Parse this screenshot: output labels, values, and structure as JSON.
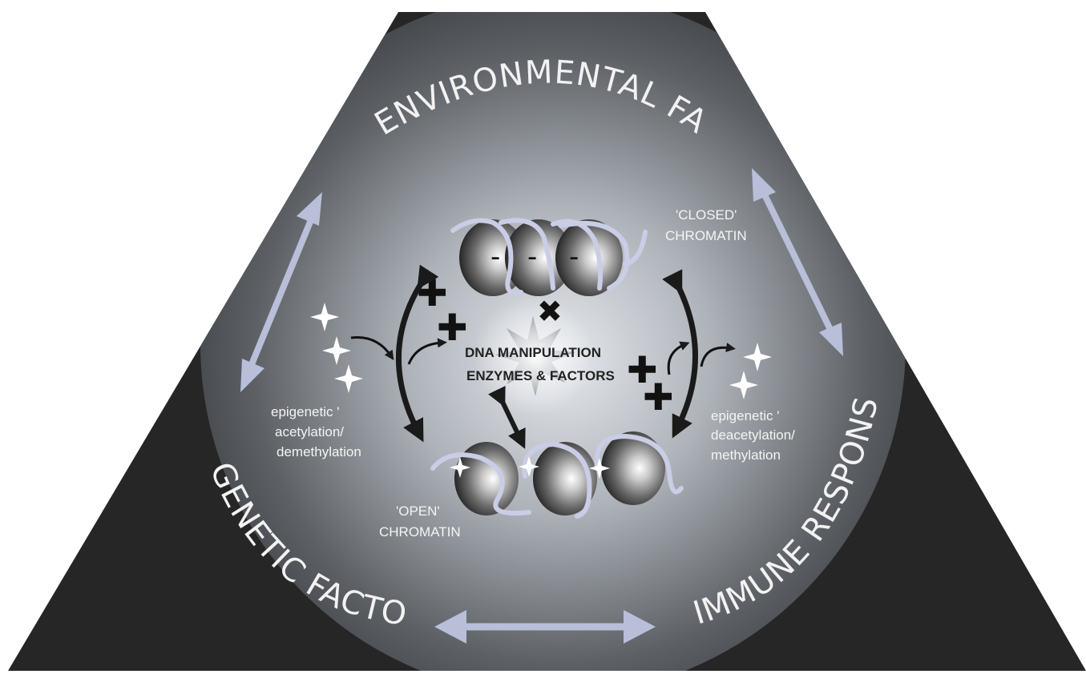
{
  "labels": {
    "environmental_factors": "ENVIRONMENTAL FACTORS",
    "genetic_factors": "GENETIC FACTORS",
    "immune_response": "IMMUNE RESPONSE",
    "closed_quote": "'CLOSED'",
    "closed_word": "CHROMATIN",
    "open_quote": "'OPEN'",
    "open_word": "CHROMATIN",
    "center_line1": "DNA MANIPULATION",
    "center_line2": "ENZYMES & FACTORS",
    "left_note": [
      "epigenetic '",
      "acetylation/",
      "demethylation"
    ],
    "right_note": [
      "epigenetic '",
      "deacetylation/",
      "methylation"
    ]
  },
  "colors": {
    "background": "#ffffff",
    "panel_outer": "#262626",
    "panel_light": "#d9dde2",
    "arrow_light": "#b9bfd9",
    "dna_strand": "#c9cde6",
    "dark_arrow": "#1a1a1a"
  },
  "icons": [
    "nucleosome-icon",
    "sparkle-icon",
    "plus-symbol-icon",
    "cross-symbol-icon",
    "double-arrow-icon",
    "starburst-icon"
  ]
}
